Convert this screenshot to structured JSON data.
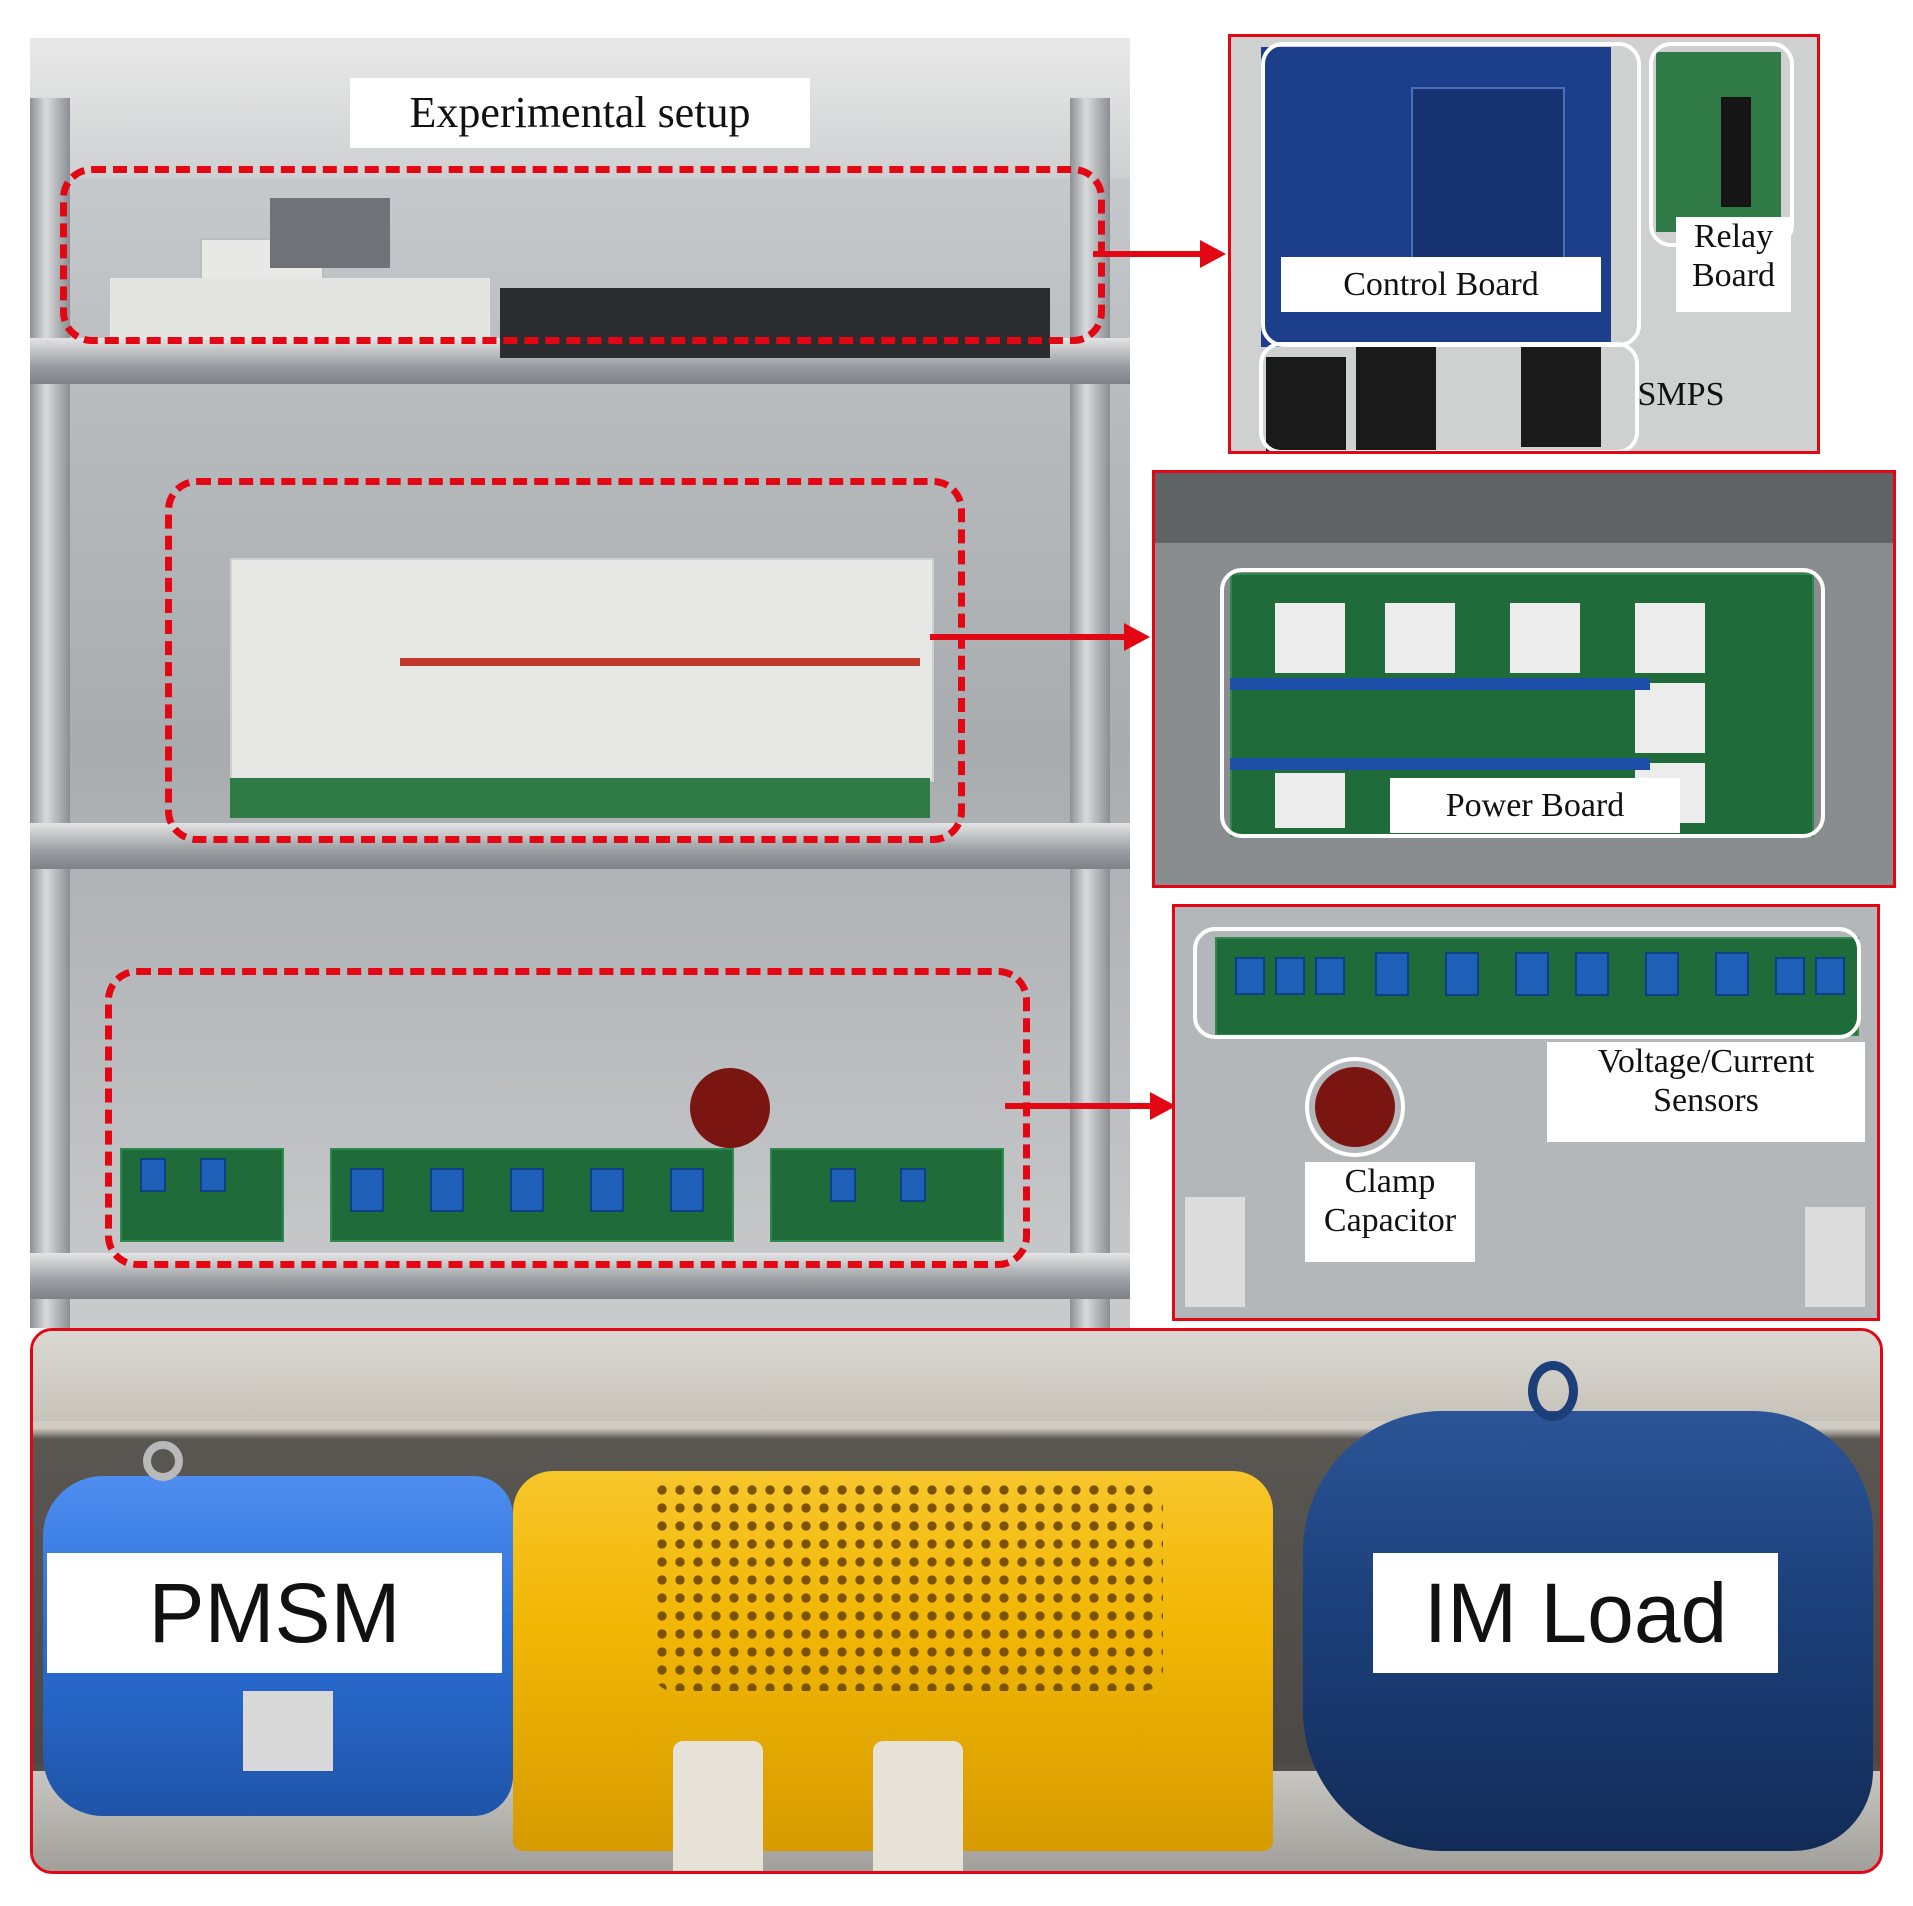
{
  "figure": {
    "main_title": "Experimental setup",
    "insets": {
      "control": {
        "control_board": "Control Board",
        "relay_board": [
          "Relay",
          "Board"
        ],
        "smps": "SMPS"
      },
      "power": {
        "power_board": "Power Board"
      },
      "sensors": {
        "voltage_current": [
          "Voltage/Current",
          "Sensors"
        ],
        "clamp_capacitor": [
          "Clamp",
          "Capacitor"
        ]
      }
    },
    "bench": {
      "pmsm": "PMSM",
      "im_load": "IM Load"
    },
    "colors": {
      "annotation_red": "#e30613",
      "pmsm_blue": "#2b6fd6",
      "im_blue": "#1c3f7a",
      "coupling_yellow": "#f2b705"
    }
  }
}
